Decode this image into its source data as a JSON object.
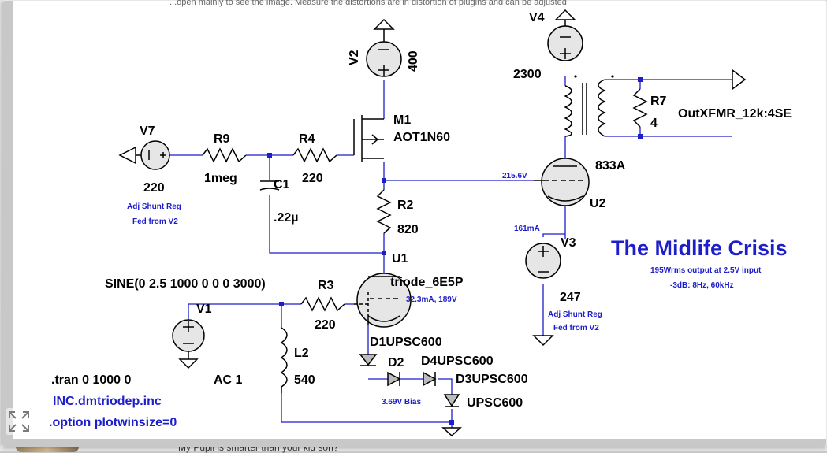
{
  "schematic": {
    "header_caption": "...open mainly to see the image. Measure the distortions are in distortion of plugins and can be adjusted",
    "title": "The Midlife Crisis",
    "subtitle_1": "195Wrms output at 2.5V input",
    "subtitle_2": "-3dB: 8Hz, 60kHz",
    "directives": {
      "tran": ".tran 0 1000 0",
      "include": "INC.dmtriodep.inc",
      "option": ".option plotwinsize=0"
    },
    "components": {
      "V1": {
        "name": "V1",
        "value": "AC 1",
        "source": "SINE(0 2.5 1000 0 0 0 3000)"
      },
      "V2": {
        "name": "V2",
        "value": "400"
      },
      "V3": {
        "name": "V3",
        "value": "247",
        "note1": "Adj Shunt Reg",
        "note2": "Fed from V2"
      },
      "V4": {
        "name": "V4",
        "value": "2300"
      },
      "V7": {
        "name": "V7",
        "value": "220",
        "note1": "Adj Shunt Reg",
        "note2": "Fed from V2"
      },
      "R2": {
        "name": "R2",
        "value": "820"
      },
      "R3": {
        "name": "R3",
        "value": "220"
      },
      "R4": {
        "name": "R4",
        "value": "220"
      },
      "R7": {
        "name": "R7",
        "value": "4"
      },
      "R9": {
        "name": "R9",
        "value": "1meg"
      },
      "C1": {
        "name": "C1",
        "value": ".22µ"
      },
      "L2": {
        "name": "L2",
        "value": "540"
      },
      "M1": {
        "name": "M1",
        "model": "AOT1N60"
      },
      "U1": {
        "name": "U1",
        "model": "triode_6E5P",
        "op_point": "32.3mA, 189V"
      },
      "U2": {
        "name": "U2",
        "model": "833A"
      },
      "D1": {
        "name": "D1",
        "model": "UPSC600"
      },
      "D2": {
        "name": "D2",
        "note": "3.69V Bias"
      },
      "D3": {
        "name": "D3",
        "model": "UPSC600"
      },
      "D4": {
        "name": "D4",
        "model": "UPSC600"
      },
      "D3_model2": "UPSC600",
      "XFMR": {
        "name": "OutXFMR_12k:4SE"
      }
    },
    "annotations": {
      "grid_voltage": "215.6V",
      "plate_current": "161mA"
    }
  },
  "overlay": {
    "bottom_note": "My Pupil is smarter than your kid son?",
    "expand_icon": "expand-icon"
  },
  "colors": {
    "wire": "#1d1dcc",
    "part": "#000000",
    "background": "#ffffff"
  }
}
